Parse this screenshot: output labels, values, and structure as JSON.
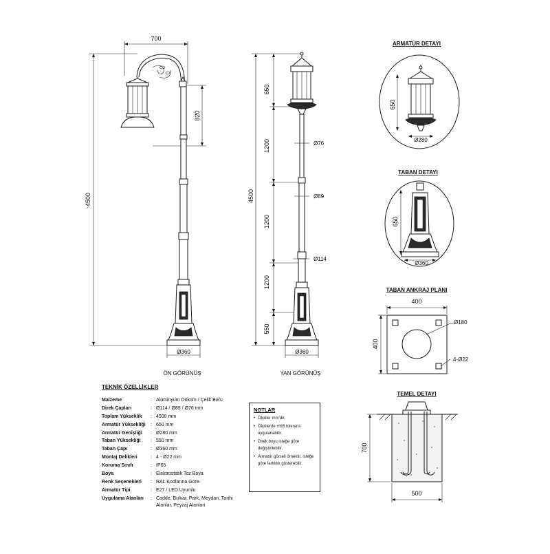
{
  "front_view": {
    "width_dim": "700",
    "height_dim": "4500",
    "lantern_dim": "820",
    "base_dim": "Ø360",
    "label": "ÖN GÖRÜNÜŞ"
  },
  "side_view": {
    "height_dim": "4500",
    "seg_650": "650",
    "seg_1200_a": "1200",
    "seg_1200_b": "1200",
    "seg_1200_c": "1200",
    "seg_550": "550",
    "d76": "Ø76",
    "d89": "Ø89",
    "d114": "Ø114",
    "base_dim": "Ø360",
    "label": "YAN GÖRÜNÜŞ"
  },
  "armature_detail": {
    "title": "ARMATÜR DETAYI",
    "height": "650",
    "diam": "Ø280"
  },
  "base_detail": {
    "title": "TABAN DETAYI",
    "height": "650",
    "diam": "Ø360"
  },
  "anchor_plan": {
    "title": "TABAN ANKRAJ PLANI",
    "width": "400",
    "height": "400",
    "hole": "Ø180",
    "bolts": "4-Ø22"
  },
  "foundation": {
    "title": "TEMEL DETAYI",
    "height": "700",
    "width": "500"
  },
  "specs": {
    "title": "TEKNİK ÖZELLİKLER",
    "separator": ":",
    "rows": [
      {
        "label": "Malzeme",
        "value": "Alüminyum Döküm / Çelik Boru"
      },
      {
        "label": "Direk Çapları",
        "value": "Ø114 / Ø89 / Ø76 mm"
      },
      {
        "label": "Toplam Yükseklik",
        "value": "4500 mm"
      },
      {
        "label": "Armatür Yüksekliği",
        "value": "650 mm"
      },
      {
        "label": "Armatür Genişliği",
        "value": "Ø280 mm"
      },
      {
        "label": "Taban Yüksekliği",
        "value": "550 mm"
      },
      {
        "label": "Taban Çapı",
        "value": "Ø360 mm"
      },
      {
        "label": "Montaj Delikleri",
        "value": "4 - Ø22 mm"
      },
      {
        "label": "Koruma Sınıfı",
        "value": "IP65"
      },
      {
        "label": "Boya",
        "value": "Elektrostatik Toz Boya"
      },
      {
        "label": "Renk Seçenekleri",
        "value": "RAL Kodlarına Göre"
      },
      {
        "label": "Armatür Tipi",
        "value": "E27 / LED Uyumlu"
      },
      {
        "label": "Uygulama Alanları",
        "value": "Cadde, Bulvar, Park, Meydan, Tarihi Alanlar, Peyzaj Alanları"
      }
    ]
  },
  "notes": {
    "title": "NOTLAR",
    "bullet": "•",
    "items": [
      "Ölçüler mm'dir.",
      "Ölçülerde ±%5 tolerans uygulanabilir.",
      "Direk boyu isteğe göre değiştirilebilir.",
      "Armatür görseli örnektir, isteğe göre farklılık gösterebilir."
    ]
  }
}
